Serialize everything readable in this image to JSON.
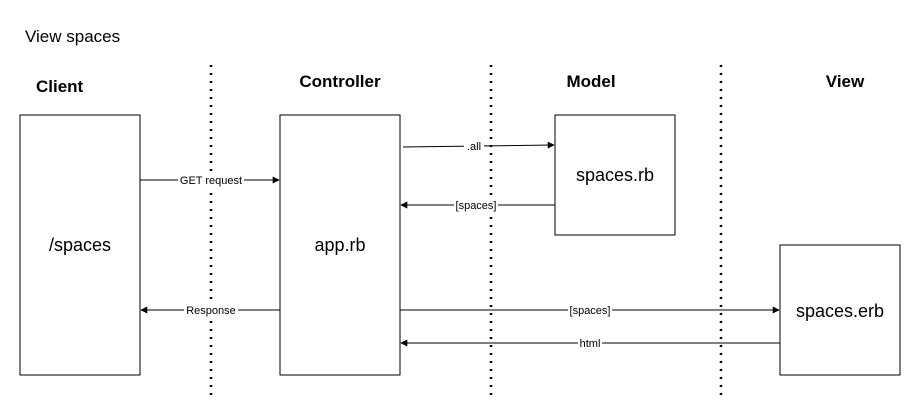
{
  "diagram": {
    "title": "View spaces",
    "lanes": [
      {
        "id": "client",
        "label": "Client"
      },
      {
        "id": "controller",
        "label": "Controller"
      },
      {
        "id": "model",
        "label": "Model"
      },
      {
        "id": "view",
        "label": "View"
      }
    ],
    "boxes": [
      {
        "id": "client-box",
        "label": "/spaces"
      },
      {
        "id": "controller-box",
        "label": "app.rb"
      },
      {
        "id": "model-box",
        "label": "spaces.rb"
      },
      {
        "id": "view-box",
        "label": "spaces.erb"
      }
    ],
    "edges": [
      {
        "id": "get-request",
        "from": "client-box",
        "to": "controller-box",
        "label": "GET request"
      },
      {
        "id": "all",
        "from": "controller-box",
        "to": "model-box",
        "label": ".all"
      },
      {
        "id": "spaces-return",
        "from": "model-box",
        "to": "controller-box",
        "label": "[spaces]"
      },
      {
        "id": "response",
        "from": "controller-box",
        "to": "client-box",
        "label": "Response"
      },
      {
        "id": "spaces-to-view",
        "from": "controller-box",
        "to": "view-box",
        "label": "[spaces]"
      },
      {
        "id": "html",
        "from": "view-box",
        "to": "controller-box",
        "label": "html"
      }
    ],
    "colors": {
      "stroke": "#000000",
      "background": "#ffffff",
      "text": "#000000"
    }
  }
}
